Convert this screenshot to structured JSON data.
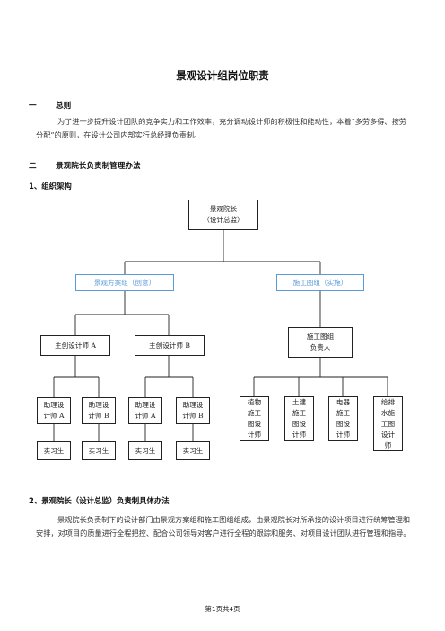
{
  "doc": {
    "title": "景观设计组岗位职责",
    "section1": {
      "num": "一",
      "title": "总则"
    },
    "para1": "为了进一步提升设计团队的竞争实力和工作效率，充分调动设计师的积极性和能动性，本着“多劳多得、按劳分配”的原则，在设计公司内部实行总经理负责制。",
    "section2": {
      "num": "二",
      "title": "景观院长负责制管理办法"
    },
    "sub1": "1、组织架构",
    "sub2": "2、景观院长（设计总监）负责制具体办法",
    "para2": "景观院长负责制下的设计部门由景观方案组和施工图组组成，由景观院长对所承接的设计项目进行统筹管理和安排，对项目的质量进行全程把控、配合公司领导对客户进行全程的跟踪和服务、对项目设计团队进行管理和指导。",
    "footer": "第1页共4页"
  },
  "org": {
    "director": "景观院长\n（设计总监）",
    "scheme_group": "景观方案组（创意）",
    "construction_group": "施工图组（实施）",
    "chief_a": "主创设计师 A",
    "chief_b": "主创设计师 B",
    "construction_lead": "施工图组\n负责人",
    "asst_a1": "助理设\n计师 A",
    "asst_b1": "助理设\n计师 B",
    "asst_a2": "助理设\n计师 A",
    "asst_b2": "助理设\n计师 B",
    "intern1": "实习生",
    "intern2": "实习生",
    "intern3": "实习生",
    "intern4": "实习生",
    "plant": "植物\n施工\n图设\n计师",
    "civil": "土建\n施工\n图设\n计师",
    "electrical": "电器\n施工\n图设\n计师",
    "drainage": "给排\n水施\n工图\n设计\n师"
  },
  "colors": {
    "accent_blue": "#5b9bd5"
  }
}
